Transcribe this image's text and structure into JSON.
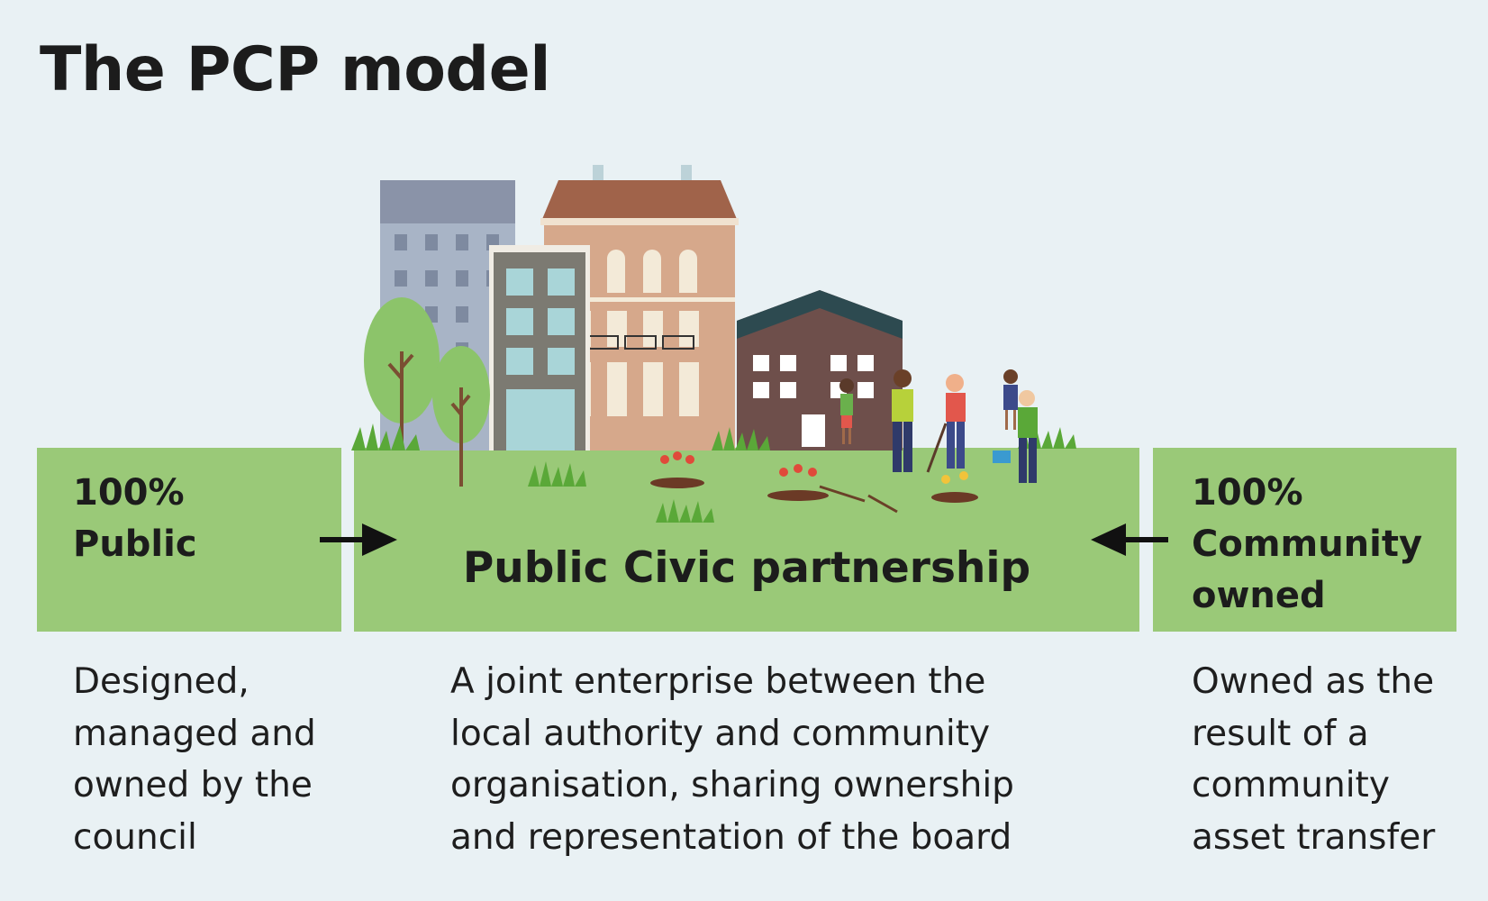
{
  "title": "The PCP model",
  "colors": {
    "background": "#e9f1f4",
    "box_green": "#9ac978",
    "text_dark": "#1c1c1c"
  },
  "left": {
    "label_lines": [
      "100%",
      "Public"
    ],
    "desc_lines": [
      "Designed,",
      "managed and",
      "owned by the",
      "council"
    ]
  },
  "center": {
    "label": "Public Civic partnership",
    "desc_lines": [
      "A joint enterprise between the",
      "local authority and community",
      "organisation, sharing ownership",
      "and representation of the board"
    ],
    "illustration": "city-buildings-and-community-gardeners-illustration"
  },
  "right": {
    "label_lines": [
      "100%",
      "Community",
      "owned"
    ],
    "desc_lines": [
      "Owned as the",
      "result of a",
      "community",
      "asset transfer"
    ]
  },
  "icons": {
    "left_arrow": "arrow-right-icon",
    "right_arrow": "arrow-left-icon"
  }
}
